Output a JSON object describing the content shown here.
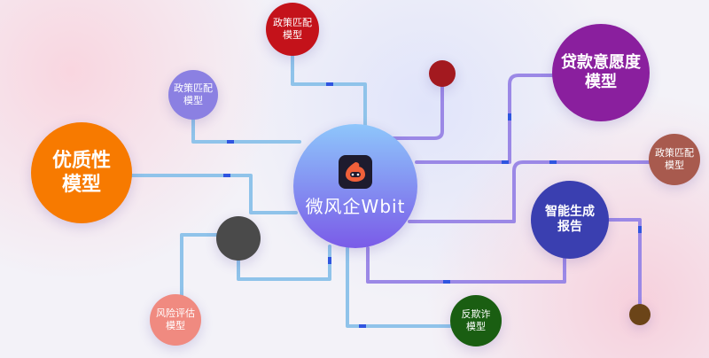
{
  "center": {
    "label": "微风企Wbit"
  },
  "nodes": {
    "policy_top": "政策匹配\n模型",
    "policy_left": "政策匹配\n模型",
    "policy_right": "政策匹配\n模型",
    "loan": "贷款意愿度\n模型",
    "quality": "优质性\n模型",
    "report": "智能生成\n报告",
    "risk": "风险评估\n模型",
    "fraud": "反欺诈\n模型"
  },
  "colors": {
    "line_blue": "#8fc3ea",
    "line_purple": "#9b88e6",
    "accent": "#2f55e0"
  }
}
